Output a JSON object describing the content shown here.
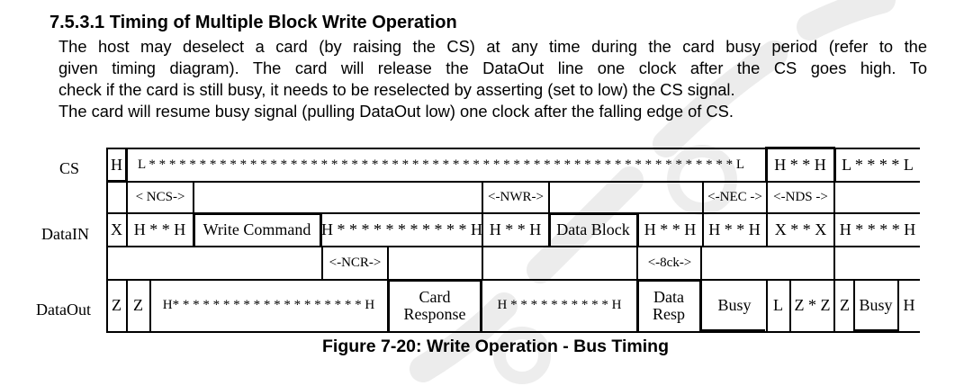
{
  "heading": "7.5.3.1 Timing of Multiple Block Write Operation",
  "paragraph": [
    "The host may deselect a card (by raising the CS) at any time during the card busy period (refer to the",
    "given timing diagram). The card will release the DataOut line one clock after the CS goes high. To",
    "check if the card is still busy, it needs to be reselected by asserting (set to low) the CS signal.",
    "The card will resume busy signal (pulling DataOut low) one clock after the falling edge of CS."
  ],
  "caption": "Figure 7-20: Write Operation - Bus Timing",
  "rows": {
    "cs": {
      "label": "CS",
      "cells": [
        "H",
        "L * * * * * * * * * * * * * * * * * * * * * * * * * * * * * * * * * * * * * * * * * * * * * * * * * * * * * * * * * * L",
        "H * * H",
        "L * * * * L"
      ]
    },
    "t1": {
      "cells": [
        "< NCS->",
        "<-NWR->",
        "<-NEC ->",
        "<-NDS ->"
      ]
    },
    "datain": {
      "label": "DataIN",
      "cells": [
        "X",
        "H * * H",
        "Write Command",
        "H * * * * * * * * * * * H",
        "H * * H",
        "Data Block",
        "H * * H",
        "H * * H",
        "X * * X",
        "H * * * * H"
      ]
    },
    "t2": {
      "cells": [
        "<-NCR->",
        "<-8ck->"
      ]
    },
    "dataout": {
      "label": "DataOut",
      "cells": [
        "Z",
        "Z",
        "H* * * * * * * * * * * * * * * * * * * H",
        "Card",
        "Response",
        "H * * * * * * * * * * H",
        "Data",
        "Resp",
        "Busy",
        "L",
        "Z * Z",
        "Z",
        "Busy",
        "H"
      ]
    }
  }
}
